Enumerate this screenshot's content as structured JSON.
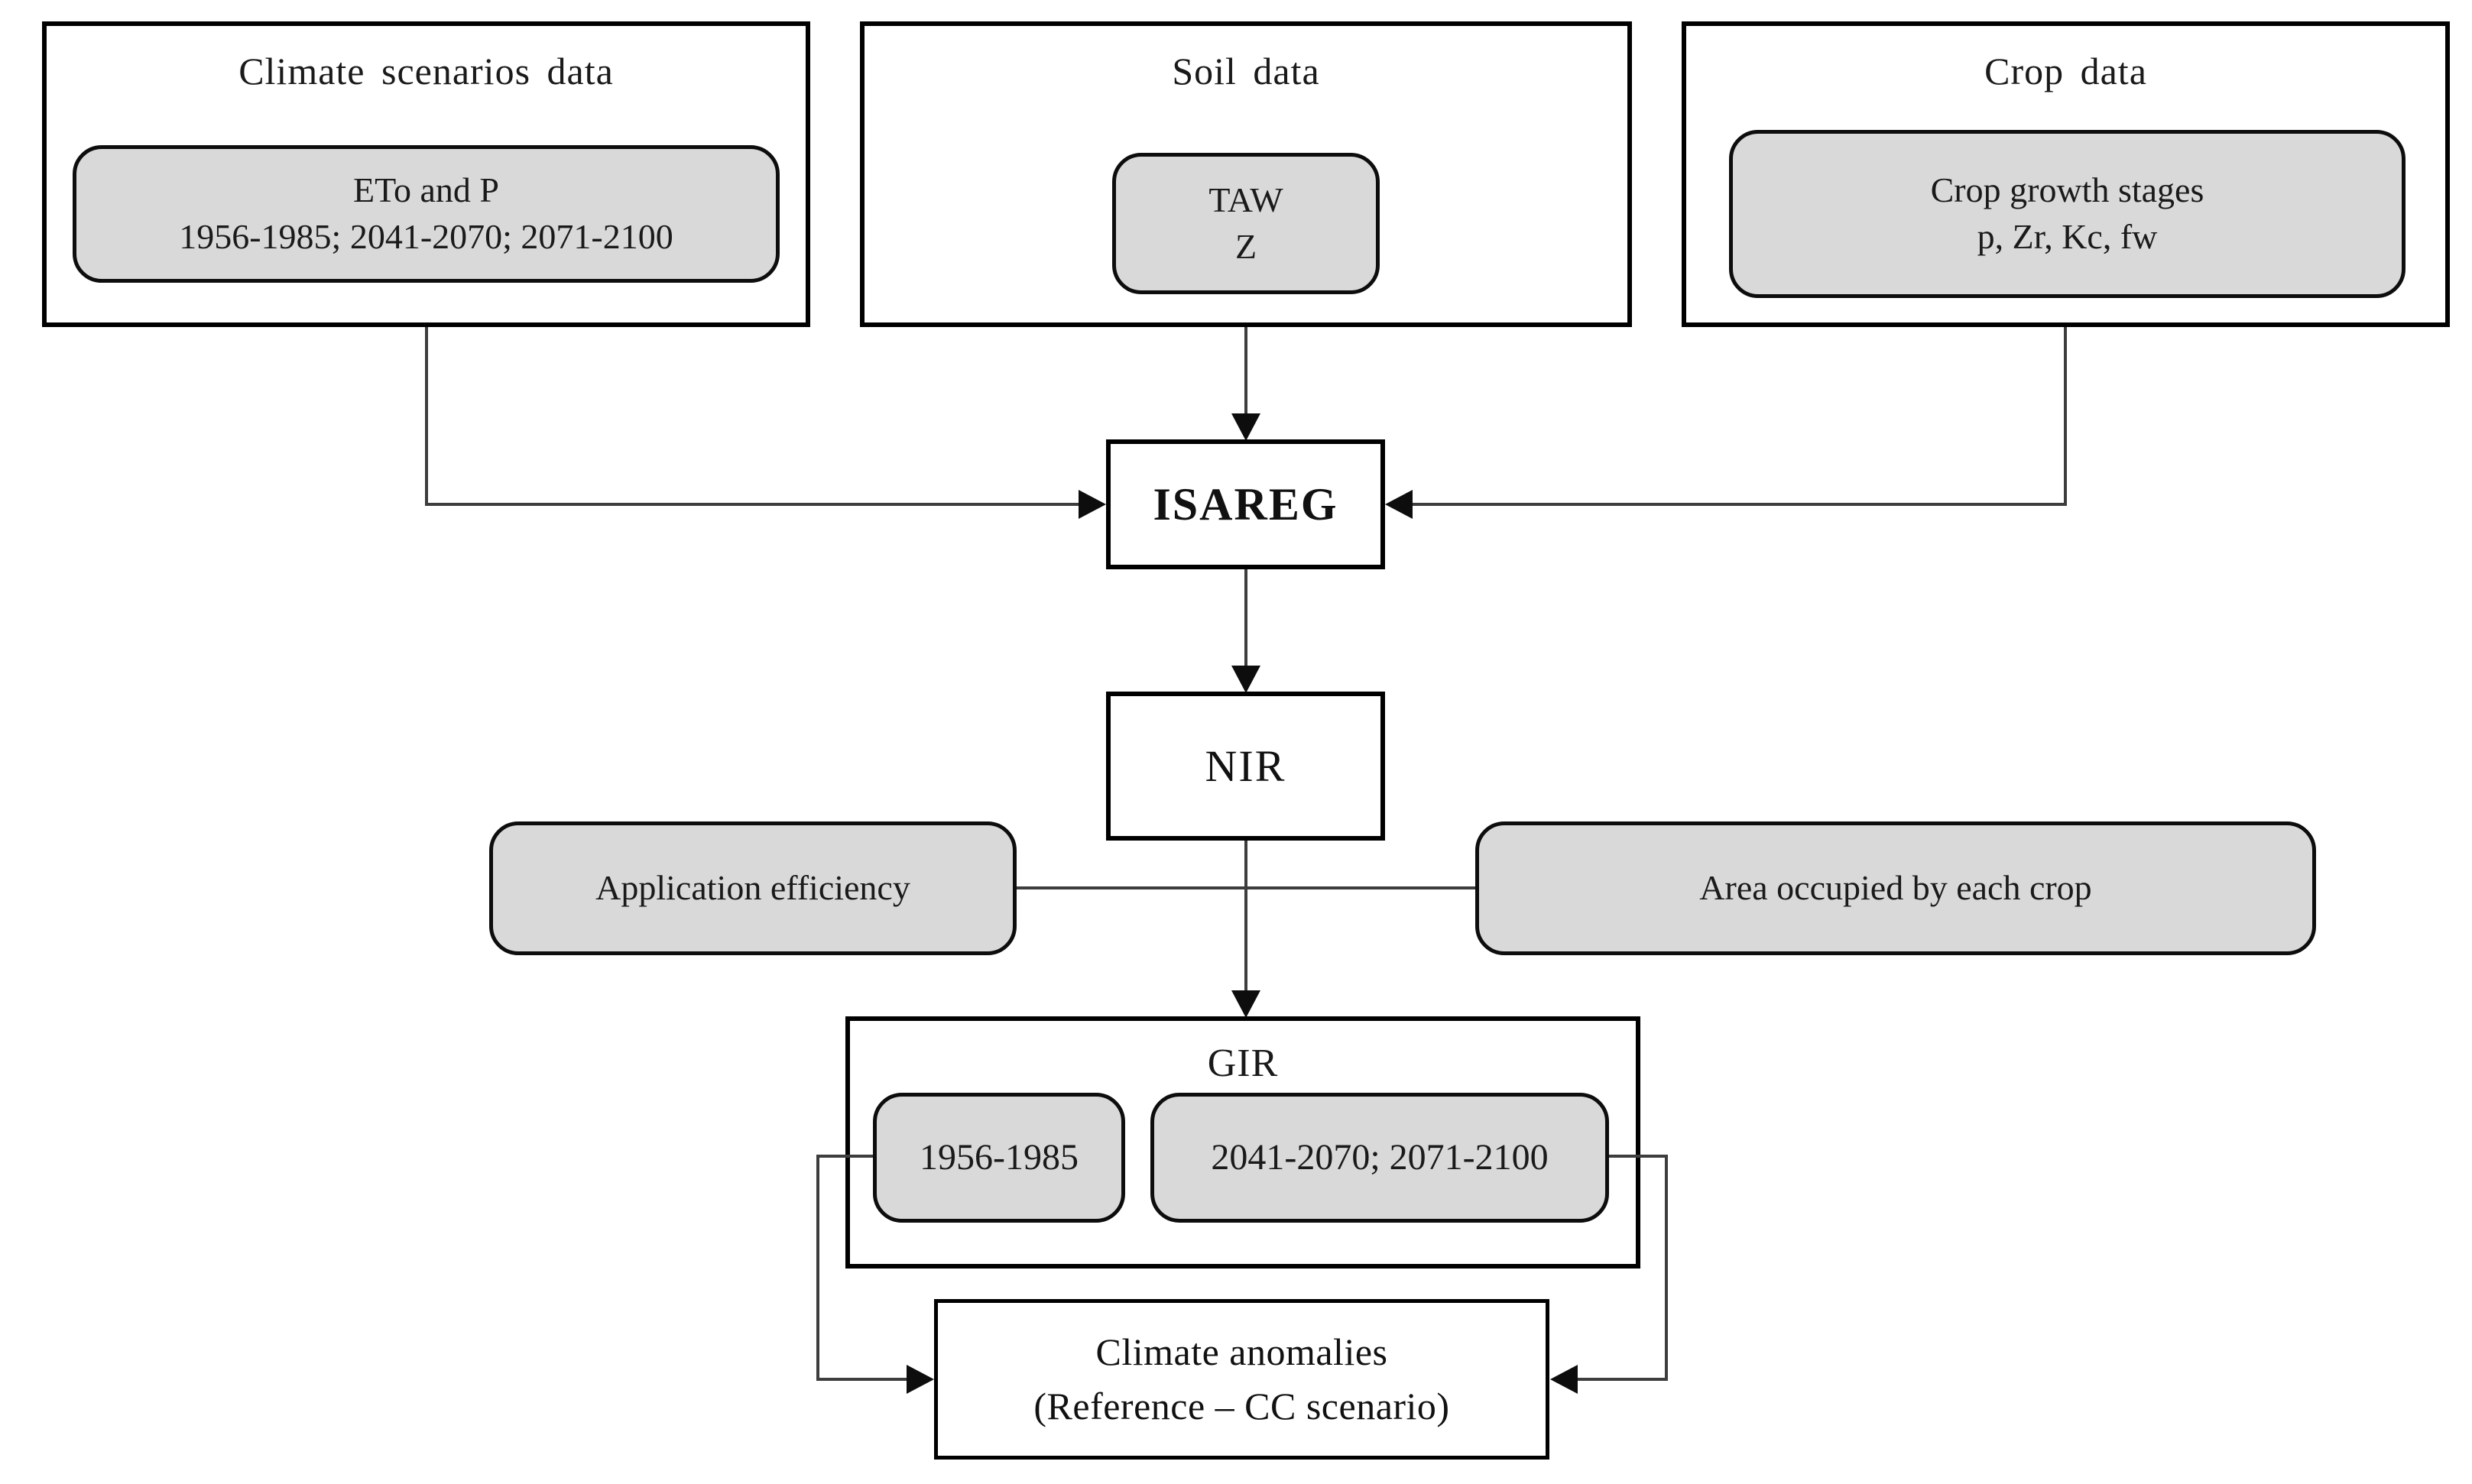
{
  "sources": [
    {
      "title": "Climate scenarios data",
      "chip": [
        "ETo and P",
        "1956-1985; 2041-2070; 2071-2100"
      ]
    },
    {
      "title": "Soil data",
      "chip": [
        "TAW",
        "Z"
      ]
    },
    {
      "title": "Crop data",
      "chip": [
        "Crop growth stages",
        "p, Zr, Kc, fw"
      ]
    }
  ],
  "isareg": {
    "label": "ISAREG"
  },
  "nir": {
    "label": "NIR"
  },
  "side_inputs": {
    "left": "Application efficiency",
    "right": "Area occupied by each crop"
  },
  "gir": {
    "title": "GIR",
    "reference_period": "1956-1985",
    "scenario_periods": "2041-2070; 2071-2100"
  },
  "anomalies": {
    "line1": "Climate anomalies",
    "line2": "(Reference – CC scenario)"
  },
  "colors": {
    "chip_fill": "#d9d9d9",
    "box_border": "#000000",
    "connector": "#3d3d3d",
    "background": "#ffffff"
  }
}
